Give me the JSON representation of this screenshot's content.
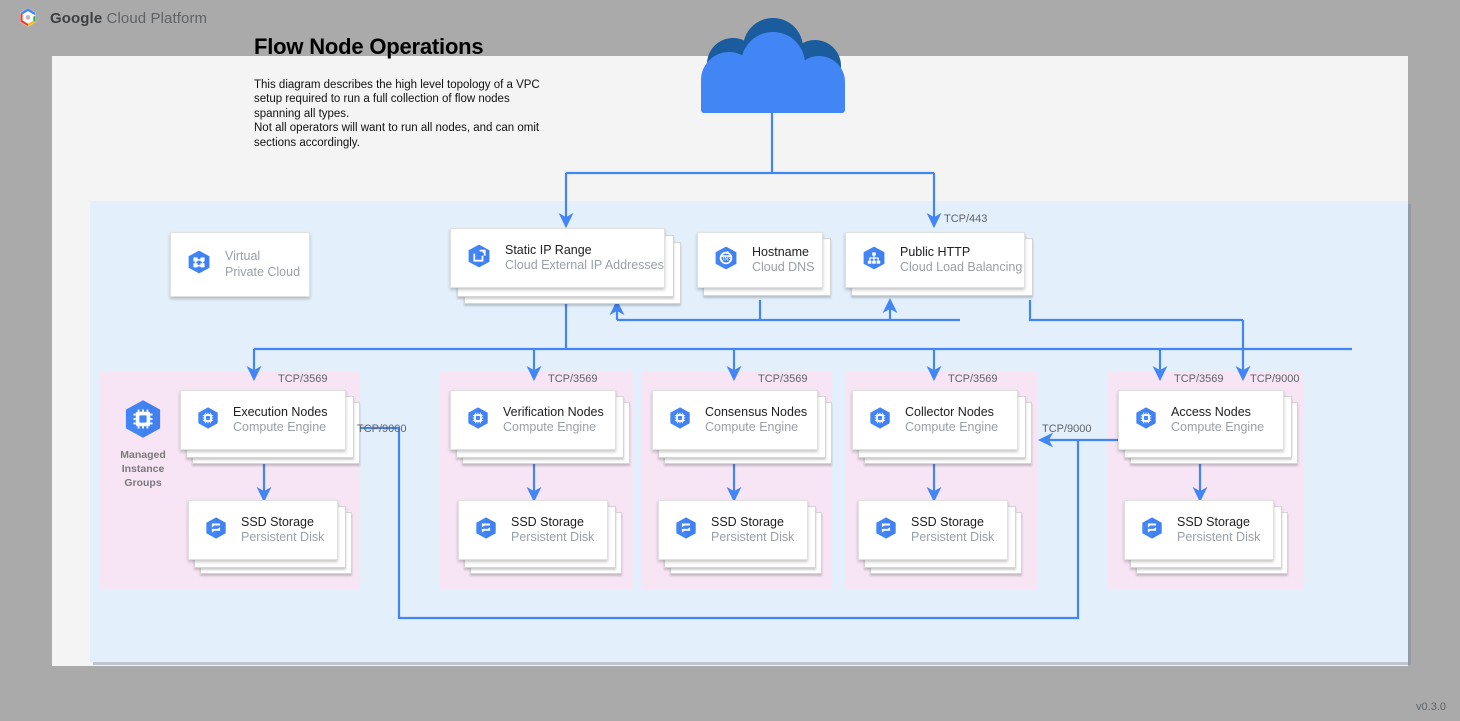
{
  "header": {
    "logo_icon": "google-cloud-hexagon-logo",
    "brand_bold": "Google",
    "brand_rest": " Cloud Platform"
  },
  "diagram": {
    "title": "Flow Node Operations",
    "description": "This diagram describes the high level topology of a VPC setup required to run a full collection of flow nodes spanning all types.\nNot all operators will want to run all nodes, and can omit sections accordingly.",
    "version": "v0.3.0"
  },
  "internet": {
    "icon": "cloud-icon",
    "label": ""
  },
  "colors": {
    "arrow_blue": "#4285F4",
    "vpc_fill": "#e3f0fc",
    "mig_fill": "#f7e4f4",
    "canvas": "#f4f4f4",
    "page_bg": "#aaaaaa",
    "icon_blue": "#4285F4",
    "muted_text": "#9aa0a6"
  },
  "top_row": [
    {
      "name": "vpc",
      "title": "Virtual\nPrivate Cloud",
      "t1": "Virtual",
      "t2": "Private Cloud",
      "icon": "virtual-private-cloud-icon",
      "stack": 1,
      "muted": true
    },
    {
      "name": "static-ip",
      "title": "Static IP Range",
      "t1": "Static IP Range",
      "t2": "Cloud External IP Addresses",
      "icon": "external-ip-icon",
      "stack": 3,
      "muted": false
    },
    {
      "name": "hostname",
      "title": "Hostname",
      "t1": "Hostname",
      "t2": "Cloud DNS",
      "icon": "cloud-dns-icon",
      "stack": 2,
      "muted": false
    },
    {
      "name": "public-http",
      "title": "Public HTTP",
      "t1": "Public HTTP",
      "t2": "Cloud Load Balancing",
      "icon": "load-balancing-icon",
      "stack": 2,
      "muted": false
    }
  ],
  "groups": [
    {
      "name": "execution",
      "node_t1": "Execution Nodes",
      "node_t2": "Compute Engine",
      "disk_t1": "SSD Storage",
      "disk_t2": "Persistent Disk",
      "mig_label": "Managed\nInstance\nGroups",
      "has_mig_badge": true,
      "in_port": "TCP/3569"
    },
    {
      "name": "verification",
      "node_t1": "Verification Nodes",
      "node_t2": "Compute Engine",
      "disk_t1": "SSD Storage",
      "disk_t2": "Persistent Disk",
      "mig_label": "",
      "has_mig_badge": false,
      "in_port": "TCP/3569"
    },
    {
      "name": "consensus",
      "node_t1": "Consensus Nodes",
      "node_t2": "Compute Engine",
      "disk_t1": "SSD Storage",
      "disk_t2": "Persistent Disk",
      "mig_label": "",
      "has_mig_badge": false,
      "in_port": "TCP/3569"
    },
    {
      "name": "collector",
      "node_t1": "Collector Nodes",
      "node_t2": "Compute Engine",
      "disk_t1": "SSD Storage",
      "disk_t2": "Persistent Disk",
      "mig_label": "",
      "has_mig_badge": false,
      "in_port": "TCP/3569"
    },
    {
      "name": "access",
      "node_t1": "Access Nodes",
      "node_t2": "Compute Engine",
      "disk_t1": "SSD Storage",
      "disk_t2": "Persistent Disk",
      "mig_label": "",
      "has_mig_badge": false,
      "in_port": "TCP/3569"
    }
  ],
  "edge_labels": {
    "tcp443": "TCP/443",
    "tcp3569_1": "TCP/3569",
    "tcp3569_2": "TCP/3569",
    "tcp3569_3": "TCP/3569",
    "tcp3569_4": "TCP/3569",
    "tcp3569_5": "TCP/3569",
    "tcp9000_access_in": "TCP/9000",
    "tcp9000_collector_in": "TCP/9000",
    "tcp9000_execution_in": "TCP/9000"
  },
  "mig_badge": {
    "icon": "managed-instance-group-icon",
    "label": "Managed\nInstance\nGroups"
  }
}
